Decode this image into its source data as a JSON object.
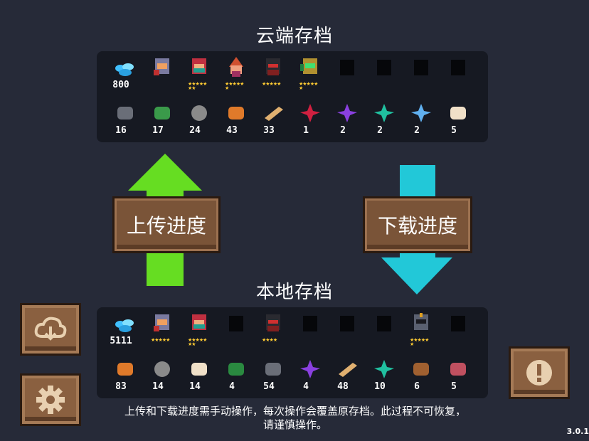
{
  "cloud": {
    "title": "云端存档",
    "gems": "800",
    "items": [
      {
        "icon": "coal-ore-icon",
        "color": "#6a6e78",
        "count": "16"
      },
      {
        "icon": "battery-icon",
        "color": "#3a9a4a",
        "count": "17"
      },
      {
        "icon": "gear-part-icon",
        "color": "#8a8a8a",
        "count": "24"
      },
      {
        "icon": "orange-ore-icon",
        "color": "#e07a2a",
        "count": "43"
      },
      {
        "icon": "wood-plank-icon",
        "color": "#e0b070",
        "count": "33"
      },
      {
        "icon": "red-crystal-icon",
        "color": "#d02040",
        "count": "1"
      },
      {
        "icon": "purple-crystal-icon",
        "color": "#8a40e0",
        "count": "2"
      },
      {
        "icon": "teal-crystal-icon",
        "color": "#20c0a0",
        "count": "2"
      },
      {
        "icon": "blue-crystal-icon",
        "color": "#60b0f0",
        "count": "2"
      },
      {
        "icon": "flour-sack-icon",
        "color": "#f0e0c8",
        "count": "5"
      }
    ]
  },
  "local": {
    "title": "本地存档",
    "gems": "5111",
    "items": [
      {
        "icon": "orange-ore-icon",
        "color": "#e07a2a",
        "count": "83"
      },
      {
        "icon": "gear-part-icon",
        "color": "#8a8a8a",
        "count": "14"
      },
      {
        "icon": "flour-sack-icon",
        "color": "#f0e0c8",
        "count": "14"
      },
      {
        "icon": "t-junction-icon",
        "color": "#2a8a40",
        "count": "4"
      },
      {
        "icon": "coal-ore-icon",
        "color": "#6a6e78",
        "count": "54"
      },
      {
        "icon": "purple-crystal-icon",
        "color": "#8a40e0",
        "count": "4"
      },
      {
        "icon": "wood-plank-icon",
        "color": "#e0b070",
        "count": "48"
      },
      {
        "icon": "teal-crystal-icon",
        "color": "#20c0a0",
        "count": "10"
      },
      {
        "icon": "hammer-icon",
        "color": "#a06030",
        "count": "6"
      },
      {
        "icon": "book-icon",
        "color": "#c05060",
        "count": "5"
      }
    ]
  },
  "buttons": {
    "upload": "上传进度",
    "download": "下载进度"
  },
  "notice": {
    "line1": "上传和下载进度需手动操作，每次操作会覆盖原存档。此过程不可恢复，",
    "line2": "请谨慎操作。"
  },
  "version": "3.0.1",
  "colors": {
    "upload_arrow": "#66dd22",
    "download_arrow": "#22c8d8",
    "gems": "#40c0ff",
    "stars": "#ffcc33"
  }
}
